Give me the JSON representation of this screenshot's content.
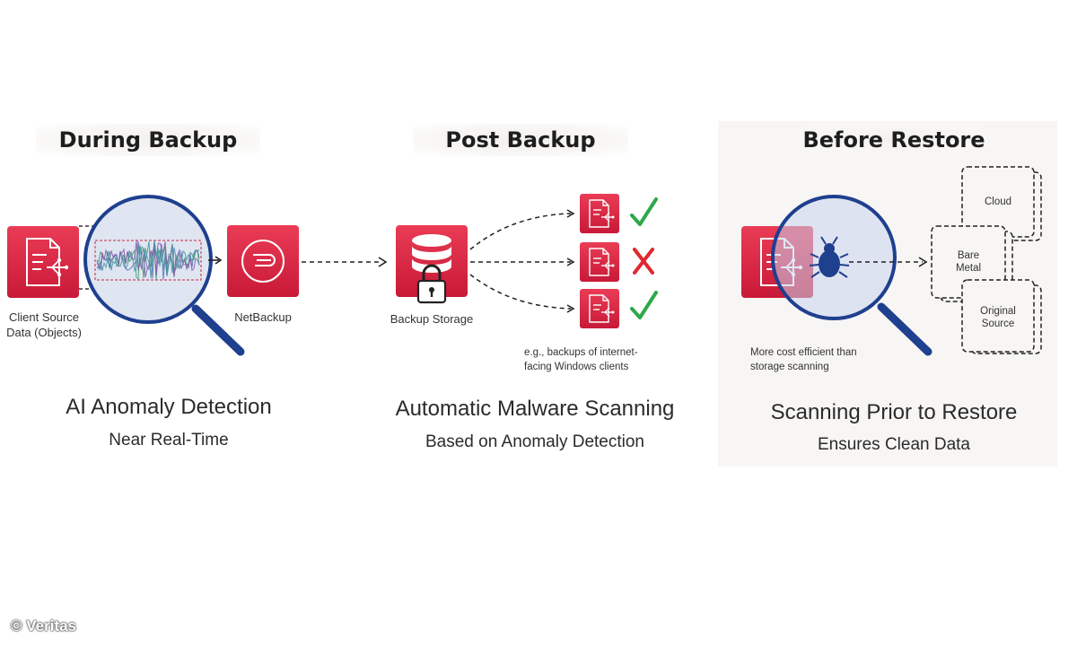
{
  "sections": [
    {
      "heading": "During Backup",
      "labels": [
        "Client Source",
        "Data (Objects)",
        "NetBackup"
      ],
      "caption": "AI Anomaly Detection",
      "subcaption": "Near Real-Time"
    },
    {
      "heading": "Post Backup",
      "labels": [
        "Backup Storage",
        "e.g., backups of internet-",
        "facing Windows clients"
      ],
      "caption": "Automatic Malware Scanning",
      "subcaption": "Based on Anomaly Detection"
    },
    {
      "heading": "Before Restore",
      "labels": [
        "More cost efficient than",
        "storage scanning",
        "Cloud",
        "Bare",
        "Metal",
        "Original",
        "Source"
      ],
      "caption": "Scanning Prior to Restore",
      "subcaption": "Ensures Clean Data"
    }
  ],
  "scan_results": [
    "clean",
    "infected",
    "clean"
  ],
  "credit": "© Veritas",
  "colors": {
    "brand_red": "#d8213f",
    "check_green": "#2da84a",
    "cross_red": "#e0282e",
    "lens_blue": "#1f3f8f"
  },
  "icons": [
    "document-icon",
    "magnifier-icon",
    "netbackup-icon",
    "database-icon",
    "lock-icon",
    "checkmark-icon",
    "x-mark-icon",
    "bug-icon"
  ]
}
